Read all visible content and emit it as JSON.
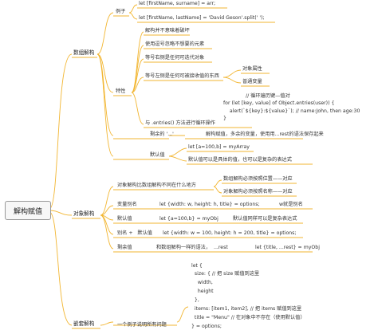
{
  "root": "解构赋值",
  "branch_color": "#f2b632",
  "sections": {
    "array": {
      "label": "数组解构",
      "example": {
        "label": "例子",
        "lines": [
          "let [firstName, surname] = arr;",
          "let [firstName, lastName] = 'David Geson'.split(' ');"
        ]
      },
      "features": {
        "label": "特性",
        "items": [
          "解构并不意味着破坏",
          "使用逗号忽略不想要的元素",
          "等号右侧是任何可迭代对象",
          "等号左侧是任何可被接收值的东西",
          "与 .entries() 方法进行循环操作"
        ],
        "left_side_sub": [
          "对象属性",
          "普通变量"
        ],
        "entries_code": [
          "// 循环遍历键—值对",
          "for (let [key, value] of Object.entries(user)) {",
          "  alert(`${key}:${value}`); // name:John, then age:30",
          "}"
        ]
      },
      "rest": {
        "label": "剩余的 '...'",
        "desc": "解构赋值，多余的变量，使用用...rest的语法保存起来"
      },
      "default": {
        "label": "默认值",
        "code": "let [a=100,b] = myArray",
        "desc": "默认值可以是具体的值，也可以是复杂的表达式"
      }
    },
    "object": {
      "label": "对象解构",
      "diff": {
        "label": "对象解构比数组解构不同在什么地方",
        "items": [
          "数组解构必须按照位置——对应",
          "对象解构必须按照名称——对应"
        ]
      },
      "alias": {
        "label": "变量别名",
        "code": "let {width: w, height: h, title} = options;",
        "note": "w就是别名"
      },
      "default": {
        "label": "默认值",
        "code": "let {a=100,b} = myObj",
        "note": "默认值同样可以是复杂表达式"
      },
      "alias_default": {
        "label": "别名 +   默认值",
        "code": "let {width: w = 100, height: h = 200, title} = options;"
      },
      "rest": {
        "label": "剩余值",
        "desc": "和数组解构一样的语法，  ...rest",
        "code": "let {title, ...rest} = myObj"
      }
    },
    "nested": {
      "label": "嵌套解构",
      "example_label": "一个例子说明所有问题",
      "code": [
        "let {",
        "  size: { // 把 size 赋值到这里",
        "    width,",
        "    height",
        "  },",
        "  items: [item1, item2], // 把 items 赋值到这里",
        "  title = \"Menu\" // 在对象中不存在（使用默认值）",
        "} = options;"
      ]
    }
  }
}
